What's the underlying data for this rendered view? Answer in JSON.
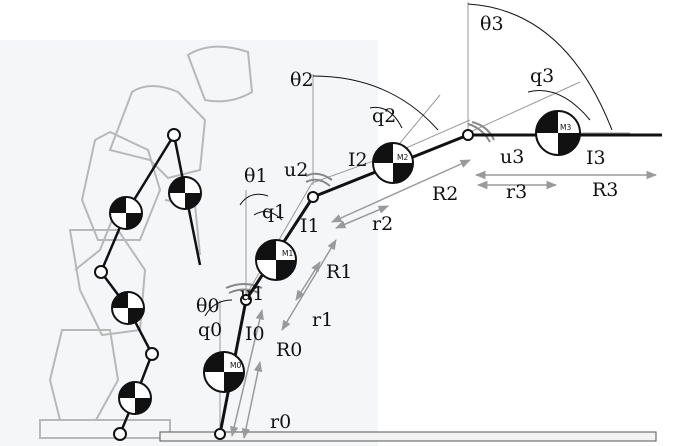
{
  "diagram": {
    "labels": {
      "theta0": "θ0",
      "theta1": "θ1",
      "theta2": "θ2",
      "theta3": "θ3",
      "q0": "q0",
      "q1": "q1",
      "q2": "q2",
      "q3": "q3",
      "u1": "u1",
      "u2": "u2",
      "u3": "u3",
      "I0": "I0",
      "I1": "I1",
      "I2": "I2",
      "I3": "I3",
      "R0": "R0",
      "R1": "R1",
      "R2": "R2",
      "R3": "R3",
      "r0": "r0",
      "r1": "r1",
      "r2": "r2",
      "r3": "r3",
      "M0": "M0",
      "M1": "M1",
      "M2": "M2",
      "M3": "M3"
    },
    "colors": {
      "link": "#111111",
      "guide": "#9a9a9a",
      "robot_sketch": "#b8b8b8",
      "ground": "#f3f3f3"
    },
    "icons": [
      "robot-silhouette",
      "center-of-mass-marker",
      "joint-circle",
      "actuator-arc"
    ]
  }
}
